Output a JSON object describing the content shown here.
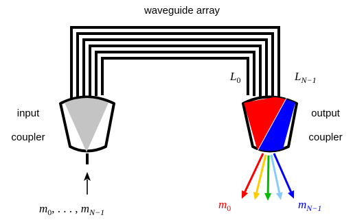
{
  "diagram": {
    "title": "waveguide array",
    "input_coupler": {
      "line1": "input",
      "line2": "coupler"
    },
    "output_coupler": {
      "line1": "output",
      "line2": "coupler"
    },
    "length_labels": {
      "first": {
        "base": "L",
        "sub": "0"
      },
      "last": {
        "base": "L",
        "sub": "N−1"
      }
    },
    "input_signal": {
      "base": "m",
      "sub_first": "0",
      "sep": ", . . . , ",
      "sub_last": "N−1"
    },
    "output_first": {
      "base": "m",
      "sub": "0"
    },
    "output_last": {
      "base": "m",
      "sub": "N−1"
    }
  },
  "colors": {
    "waveguide": "#000000",
    "input_wedge": "#c4c4c4",
    "output_red": "#ff0000",
    "output_blue": "#0000ff",
    "output_mid": [
      "#ffcc00",
      "#00bb00",
      "#88ccff"
    ]
  },
  "icons": [
    "input-coupler-icon",
    "output-coupler-icon",
    "arrow-up-icon",
    "output-arrow-icon"
  ]
}
